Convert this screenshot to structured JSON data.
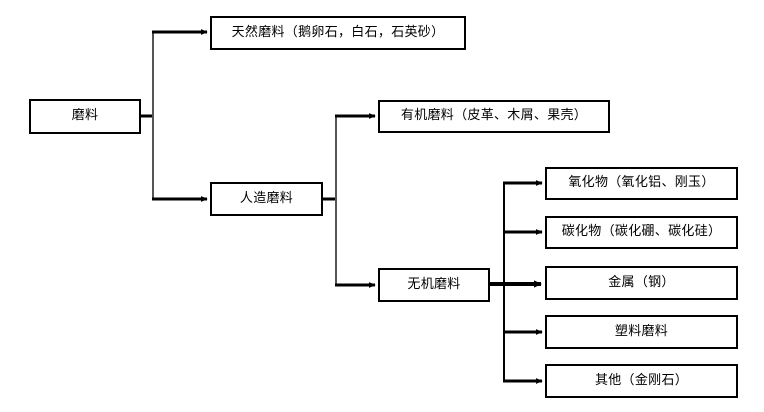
{
  "diagram": {
    "type": "tree-hierarchy",
    "title": "",
    "background_color": "#ffffff",
    "line_color": "#000000",
    "box_border_color": "#000000",
    "box_fill_color": "#ffffff",
    "nodes": {
      "root": {
        "label": "磨料",
        "level": 0
      },
      "natural": {
        "label": "天然磨料（鹅卵石，白石，石英砂）",
        "level": 1
      },
      "artificial": {
        "label": "人造磨料",
        "level": 1
      },
      "organic": {
        "label": "有机磨料（皮革、木屑、果壳）",
        "level": 2
      },
      "inorganic": {
        "label": "无机磨料",
        "level": 2
      },
      "oxide": {
        "label": "氧化物（氧化铝、刚玉）",
        "level": 3
      },
      "carbide": {
        "label": "碳化物（碳化硼、碳化硅）",
        "level": 3
      },
      "metal": {
        "label": "金属（钢）",
        "level": 3
      },
      "plastic": {
        "label": "塑料磨料",
        "level": 3
      },
      "other": {
        "label": "其他（金刚石）",
        "level": 3
      }
    },
    "edges": [
      {
        "from": "root",
        "to": "natural"
      },
      {
        "from": "root",
        "to": "artificial"
      },
      {
        "from": "artificial",
        "to": "organic"
      },
      {
        "from": "artificial",
        "to": "inorganic"
      },
      {
        "from": "inorganic",
        "to": "oxide"
      },
      {
        "from": "inorganic",
        "to": "carbide"
      },
      {
        "from": "inorganic",
        "to": "metal"
      },
      {
        "from": "inorganic",
        "to": "plastic"
      },
      {
        "from": "inorganic",
        "to": "other"
      }
    ]
  }
}
